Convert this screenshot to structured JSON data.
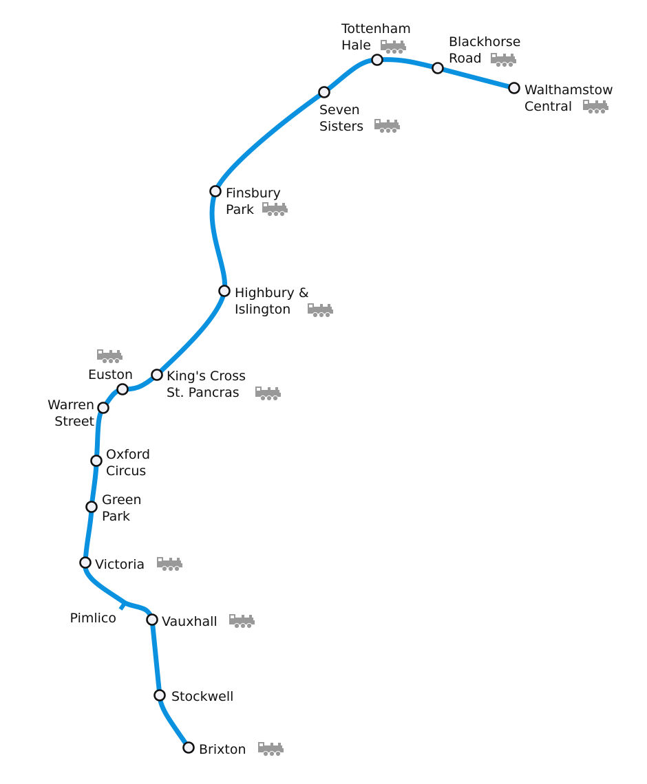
{
  "colors": {
    "line": "#0a92e0",
    "station_fill": "#f1f1f6",
    "station_stroke": "#111111",
    "rail_icon": "#999999"
  },
  "stations": [
    {
      "id": "brixton",
      "lines": [
        "Brixton"
      ],
      "interchange_icon": "national-rail-train-icon"
    },
    {
      "id": "stockwell",
      "lines": [
        "Stockwell"
      ],
      "interchange_icon": null
    },
    {
      "id": "vauxhall",
      "lines": [
        "Vauxhall"
      ],
      "interchange_icon": "national-rail-train-icon"
    },
    {
      "id": "pimlico",
      "lines": [
        "Pimlico"
      ],
      "interchange_icon": null
    },
    {
      "id": "victoria",
      "lines": [
        "Victoria"
      ],
      "interchange_icon": "national-rail-train-icon"
    },
    {
      "id": "green-park",
      "lines": [
        "Green",
        "Park"
      ],
      "interchange_icon": null
    },
    {
      "id": "oxford-circus",
      "lines": [
        "Oxford",
        "Circus"
      ],
      "interchange_icon": null
    },
    {
      "id": "warren-street",
      "lines": [
        "Warren",
        "Street"
      ],
      "interchange_icon": null
    },
    {
      "id": "euston",
      "lines": [
        "Euston"
      ],
      "interchange_icon": "national-rail-train-icon"
    },
    {
      "id": "kings-cross",
      "lines": [
        "King's Cross",
        "St. Pancras"
      ],
      "interchange_icon": "national-rail-train-icon"
    },
    {
      "id": "highbury",
      "lines": [
        "Highbury &",
        "Islington"
      ],
      "interchange_icon": "national-rail-train-icon"
    },
    {
      "id": "finsbury-park",
      "lines": [
        "Finsbury",
        "Park"
      ],
      "interchange_icon": "national-rail-train-icon"
    },
    {
      "id": "seven-sisters",
      "lines": [
        "Seven",
        "Sisters"
      ],
      "interchange_icon": "national-rail-train-icon"
    },
    {
      "id": "tottenham-hale",
      "lines": [
        "Tottenham",
        "Hale"
      ],
      "interchange_icon": "national-rail-train-icon"
    },
    {
      "id": "blackhorse-road",
      "lines": [
        "Blackhorse",
        "Road"
      ],
      "interchange_icon": "national-rail-train-icon"
    },
    {
      "id": "walthamstow",
      "lines": [
        "Walthamstow",
        "Central"
      ],
      "interchange_icon": "national-rail-train-icon"
    }
  ]
}
